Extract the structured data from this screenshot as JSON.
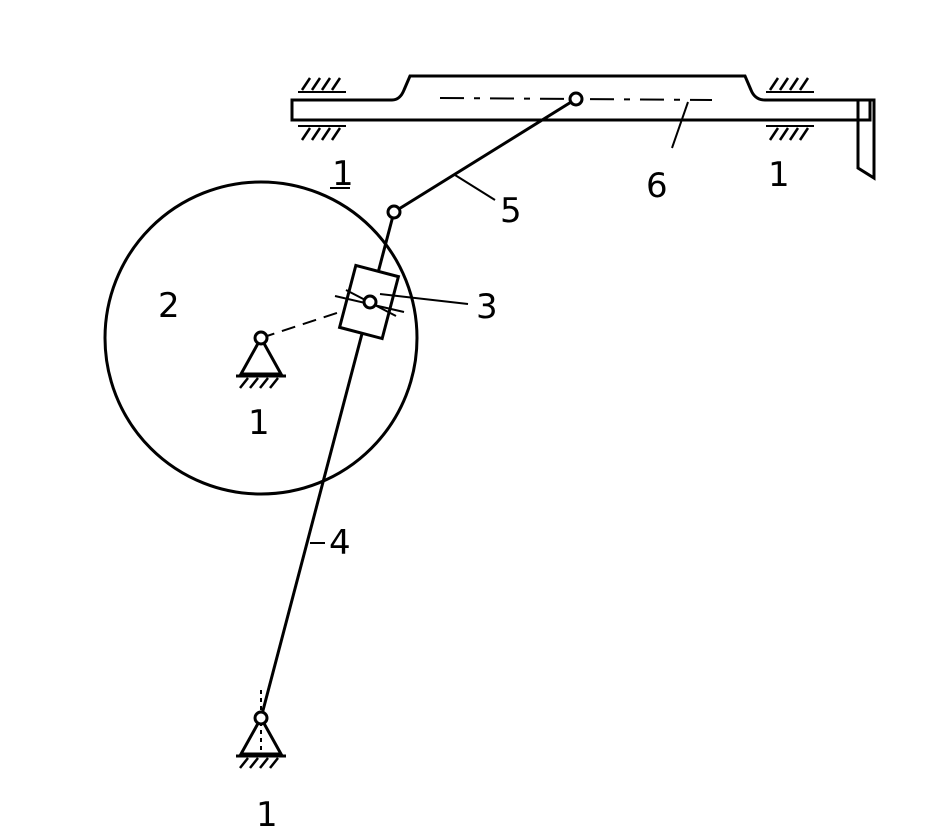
{
  "labels": {
    "frame_top_left": "1",
    "frame_top_right": "1",
    "frame_crank": "1",
    "frame_bottom": "1",
    "crank_disc": "2",
    "slider_block": "3",
    "rocker_bar": "4",
    "connecting_rod": "5",
    "ram_slider": "6"
  },
  "colors": {
    "line": "#000000",
    "background": "#ffffff"
  }
}
